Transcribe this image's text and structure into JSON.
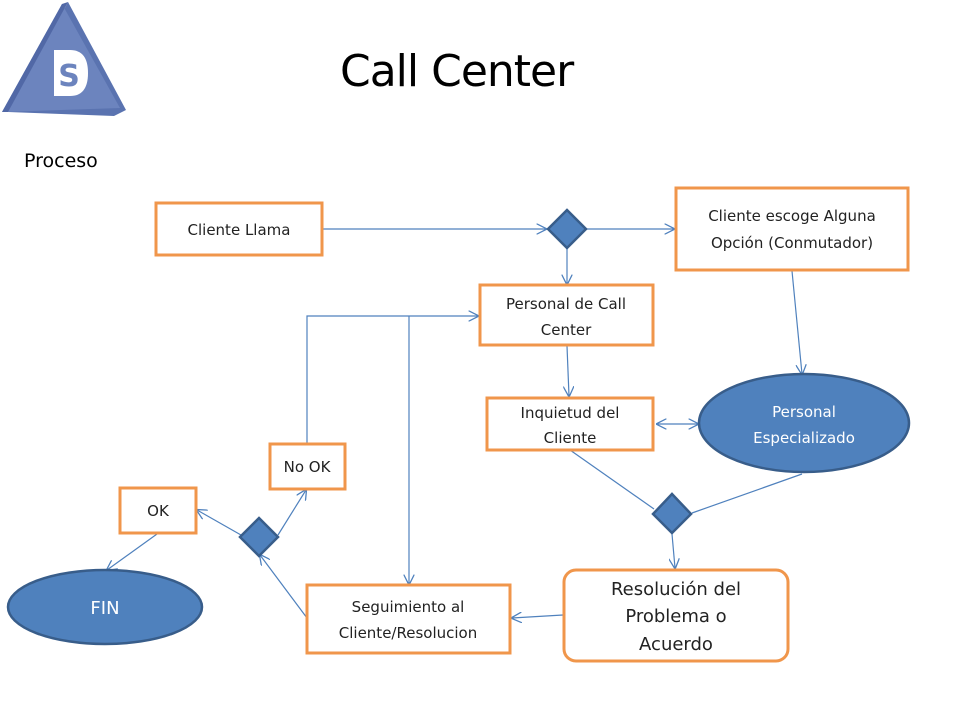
{
  "header": {
    "title": "Call Center",
    "subtitle": "Proceso",
    "logo_letter": "S"
  },
  "colors": {
    "box_border": "#F0964B",
    "node_fill": "#4F81BD",
    "node_border": "#385D8A",
    "connector": "#4F81BD",
    "logo_fill": "#6C84BE"
  },
  "nodes": {
    "cliente_llama": {
      "lines": [
        "Cliente Llama"
      ]
    },
    "cliente_escoge": {
      "lines": [
        "Cliente escoge Alguna",
        "Opción (Conmutador)"
      ]
    },
    "personal_call_center": {
      "lines": [
        "Personal de Call",
        "Center"
      ]
    },
    "inquietud": {
      "lines": [
        "Inquietud del",
        "Cliente"
      ]
    },
    "personal_especializado": {
      "lines": [
        "Personal",
        "Especializado"
      ]
    },
    "resolucion": {
      "lines": [
        "Resolución del",
        "Problema o",
        "Acuerdo"
      ]
    },
    "seguimiento": {
      "lines": [
        "Seguimiento al",
        "Cliente/Resolucion"
      ]
    },
    "no_ok": {
      "lines": [
        "No OK"
      ]
    },
    "ok": {
      "lines": [
        "OK"
      ]
    },
    "fin": {
      "lines": [
        "FIN"
      ]
    }
  }
}
